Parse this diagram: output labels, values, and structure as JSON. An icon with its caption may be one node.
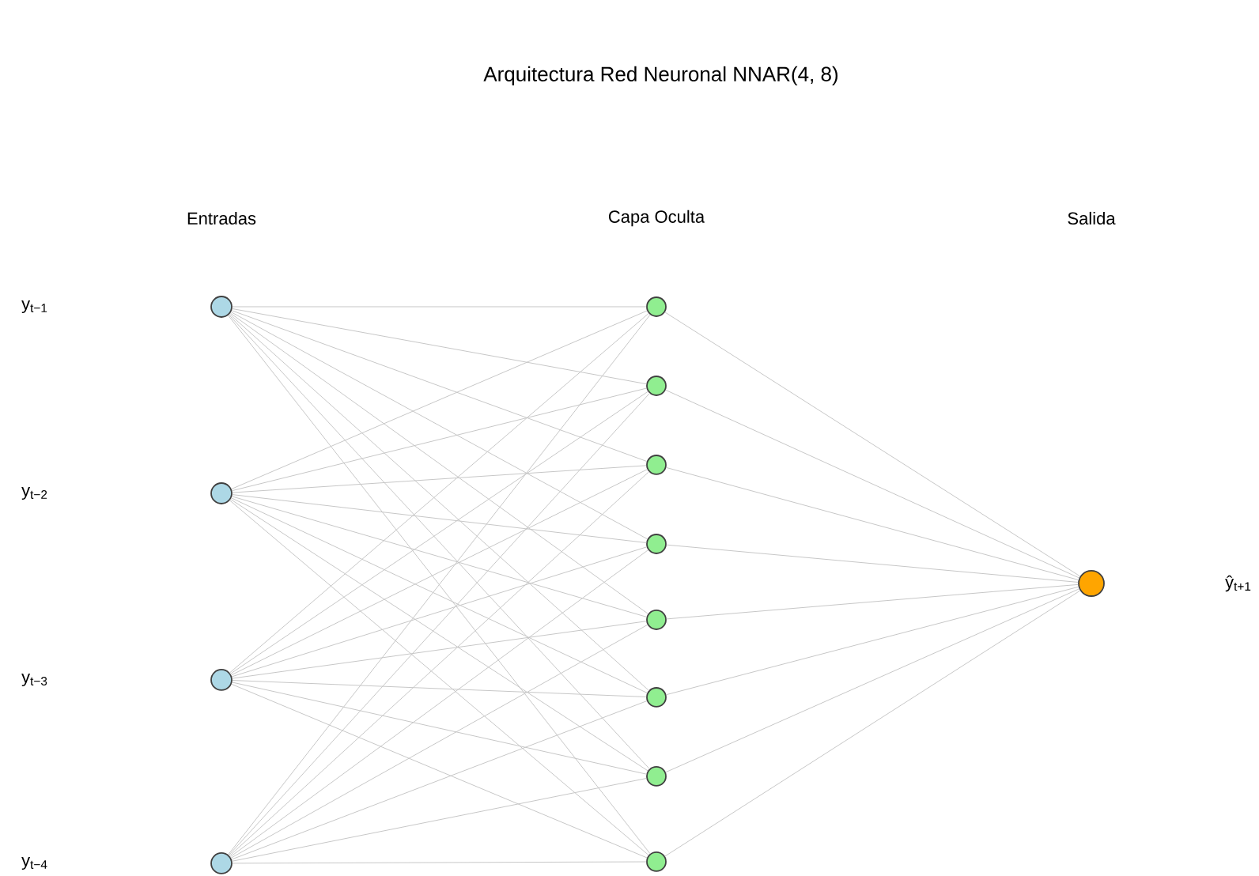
{
  "diagram": {
    "title": "Arquitectura Red Neuronal NNAR(4, 8)",
    "labels": [
      "Entradas",
      "Capa Oculta",
      "Salida",
      "y$_{t−1}$",
      "y$_{t−2}$",
      "ŷ$_{t+1}$",
      "y$_{t−3}$",
      "y$_{t−4}$"
    ],
    "nodes": [
      {
        "text": [],
        "shape": "circle"
      },
      {
        "text": [],
        "shape": "circle"
      },
      {
        "text": [],
        "shape": "circle"
      },
      {
        "text": [],
        "shape": "circle"
      },
      {
        "text": [],
        "shape": "circle"
      },
      {
        "text": [],
        "shape": "circle"
      },
      {
        "text": [],
        "shape": "circle"
      },
      {
        "text": [],
        "shape": "circle"
      },
      {
        "text": [],
        "shape": "circle"
      },
      {
        "text": [],
        "shape": "circle"
      },
      {
        "text": [],
        "shape": "circle"
      },
      {
        "text": [],
        "shape": "circle"
      },
      {
        "text": [],
        "shape": "circle"
      }
    ],
    "edges": [
      {
        "from": 0,
        "to": 4,
        "arrow": "none"
      },
      {
        "from": 0,
        "to": 5,
        "arrow": "none"
      },
      {
        "from": 0,
        "to": 6,
        "arrow": "none"
      },
      {
        "from": 0,
        "to": 7,
        "arrow": "none"
      },
      {
        "from": 0,
        "to": 8,
        "arrow": "none"
      },
      {
        "from": 0,
        "to": 9,
        "arrow": "none"
      },
      {
        "from": 0,
        "to": 10,
        "arrow": "none"
      },
      {
        "from": 0,
        "to": 11,
        "arrow": "none"
      },
      {
        "from": 1,
        "to": 4,
        "arrow": "none"
      },
      {
        "from": 1,
        "to": 5,
        "arrow": "none"
      },
      {
        "from": 1,
        "to": 6,
        "arrow": "none"
      },
      {
        "from": 1,
        "to": 7,
        "arrow": "none"
      },
      {
        "from": 1,
        "to": 8,
        "arrow": "none"
      },
      {
        "from": 1,
        "to": 9,
        "arrow": "none"
      },
      {
        "from": 1,
        "to": 10,
        "arrow": "none"
      },
      {
        "from": 1,
        "to": 11,
        "arrow": "none"
      },
      {
        "from": 2,
        "to": 4,
        "arrow": "none"
      },
      {
        "from": 2,
        "to": 5,
        "arrow": "none"
      },
      {
        "from": 2,
        "to": 6,
        "arrow": "none"
      },
      {
        "from": 2,
        "to": 7,
        "arrow": "none"
      },
      {
        "from": 2,
        "to": 8,
        "arrow": "none"
      },
      {
        "from": 2,
        "to": 9,
        "arrow": "none"
      },
      {
        "from": 2,
        "to": 10,
        "arrow": "none"
      },
      {
        "from": 2,
        "to": 11,
        "arrow": "none"
      },
      {
        "from": 3,
        "to": 4,
        "arrow": "none"
      },
      {
        "from": 3,
        "to": 5,
        "arrow": "none"
      },
      {
        "from": 3,
        "to": 6,
        "arrow": "none"
      },
      {
        "from": 3,
        "to": 7,
        "arrow": "none"
      },
      {
        "from": 3,
        "to": 8,
        "arrow": "none"
      },
      {
        "from": 3,
        "to": 9,
        "arrow": "none"
      },
      {
        "from": 3,
        "to": 10,
        "arrow": "none"
      },
      {
        "from": 3,
        "to": 11,
        "arrow": "none"
      },
      {
        "from": 4,
        "to": 12,
        "arrow": "none"
      },
      {
        "from": 5,
        "to": 12,
        "arrow": "none"
      },
      {
        "from": 6,
        "to": 12,
        "arrow": "none"
      },
      {
        "from": 7,
        "to": 12,
        "arrow": "none"
      },
      {
        "from": 8,
        "to": 12,
        "arrow": "none"
      },
      {
        "from": 9,
        "to": 12,
        "arrow": "none"
      },
      {
        "from": 10,
        "to": 12,
        "arrow": "none"
      },
      {
        "from": 11,
        "to": 12,
        "arrow": "none"
      }
    ]
  }
}
